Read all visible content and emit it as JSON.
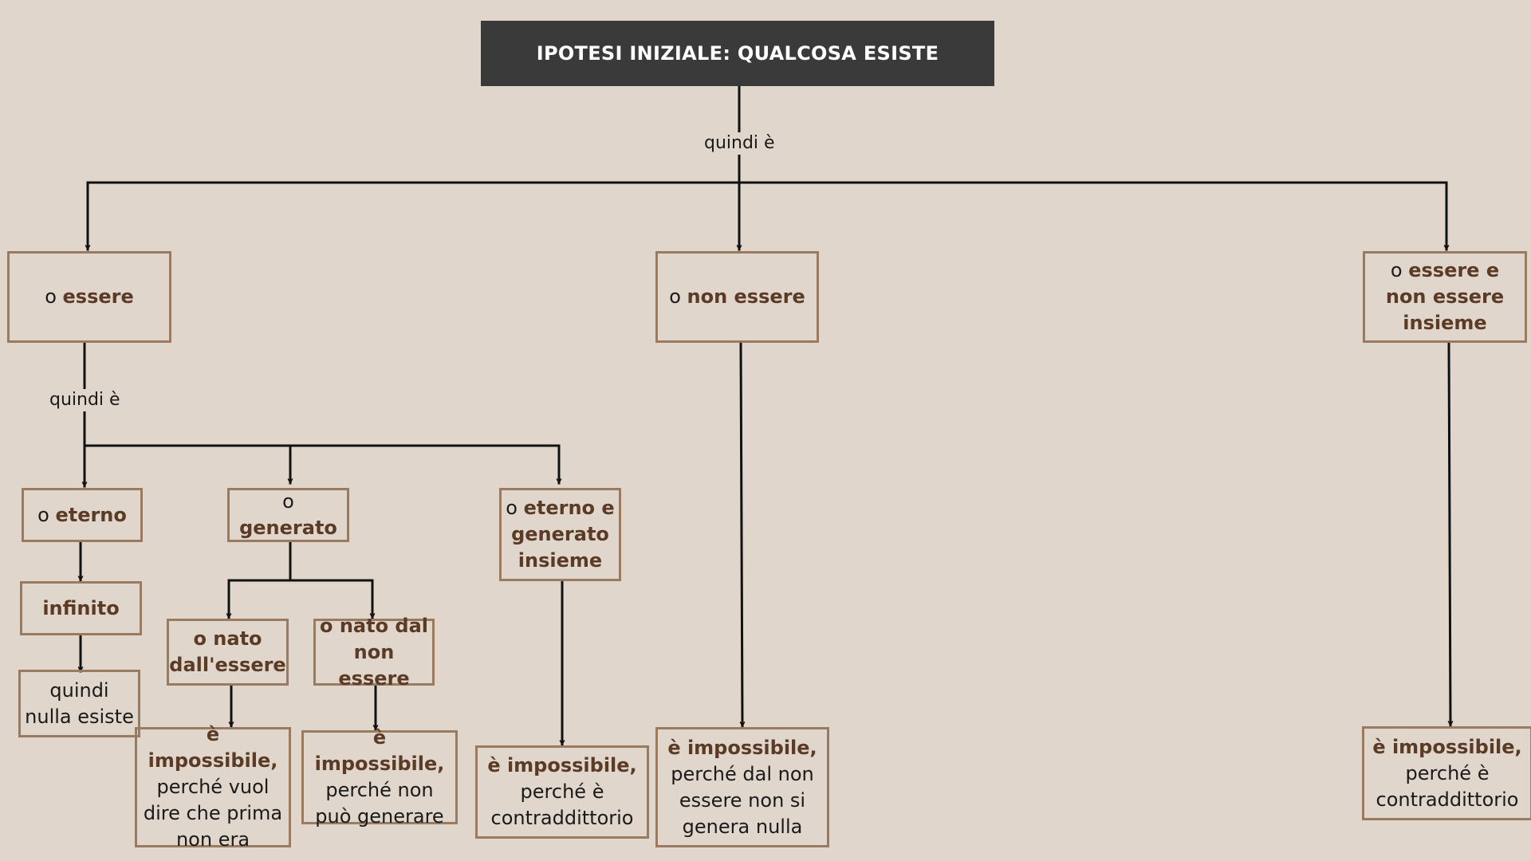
{
  "title": "IPOTESI INIZIALE: QUALCOSA ESISTE",
  "edge_labels": {
    "top": "quindi è",
    "essere": "quindi è"
  },
  "nodes": {
    "essere": {
      "prefix": "o ",
      "bold": "essere"
    },
    "non_essere": {
      "prefix": "o ",
      "bold": "non essere"
    },
    "entrambi": {
      "prefix": "o ",
      "bold": "essere e non essere insieme"
    },
    "eterno": {
      "prefix": "o ",
      "bold": "eterno"
    },
    "generato": {
      "prefix": "o ",
      "bold": "generato"
    },
    "eterno_generato": {
      "prefix": "o ",
      "bold": "eterno e generato insieme"
    },
    "infinito": {
      "bold": "infinito"
    },
    "nulla_esiste": {
      "text": "quindi nulla esiste"
    },
    "nato_essere": {
      "bold": "o nato dall'essere"
    },
    "nato_non_essere": {
      "bold": "o nato dal non essere"
    },
    "imp_prima": {
      "bold": "è impossibile,",
      "text": "perché vuol dire che prima non era"
    },
    "imp_generare": {
      "bold": "è impossibile,",
      "text": "perché non può generare"
    },
    "imp_contr1": {
      "bold": "è impossibile,",
      "text": "perché è contraddittorio"
    },
    "imp_nulla": {
      "bold": "è impossibile,",
      "text": "perché dal non essere non si genera nulla"
    },
    "imp_contr2": {
      "bold": "è impossibile,",
      "text": "perché è contraddittorio"
    }
  },
  "colors": {
    "background": "#e0d6cc",
    "title_box": "#3a3a3a",
    "border": "#9a7b5f",
    "accent_text": "#5b3b26",
    "lines": "#111111"
  }
}
